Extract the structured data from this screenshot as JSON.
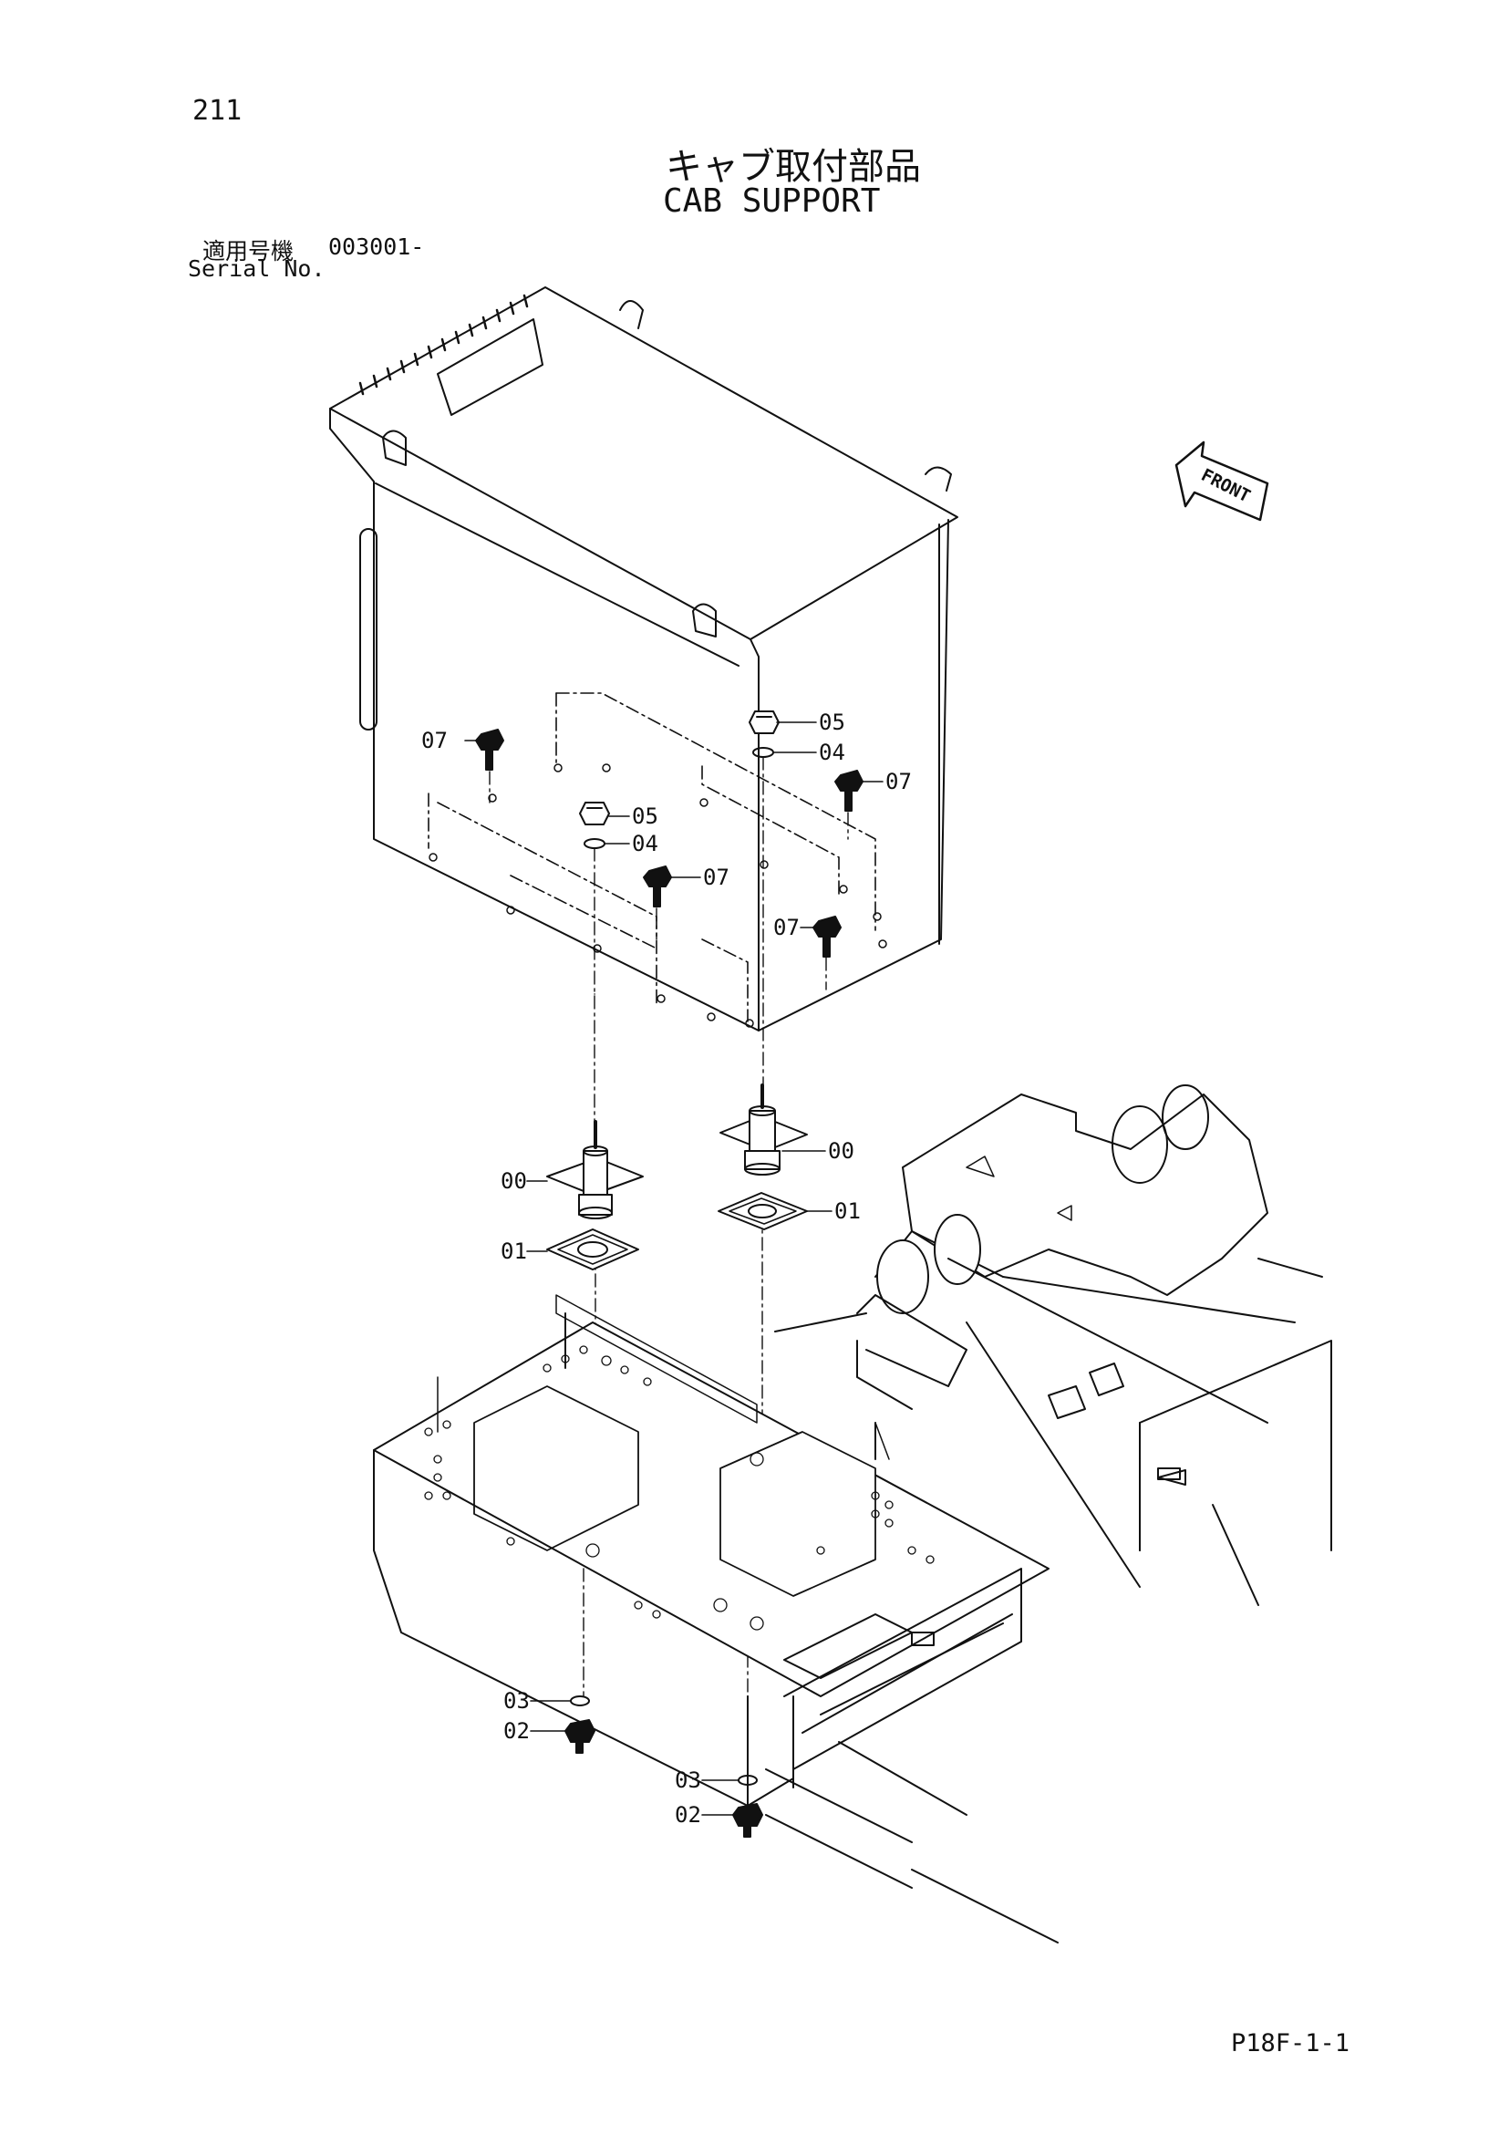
{
  "page_number": "211",
  "title_jp": "キャブ取付部品",
  "title_en": "CAB SUPPORT",
  "serial_label_jp": "適用号機",
  "serial_value": "003001-",
  "serial_label_en": "Serial No.",
  "front_label": "FRONT",
  "footer_code": "P18F-1-1",
  "callouts": {
    "c1": "05",
    "c2": "04",
    "c3": "07",
    "c4": "07",
    "c5": "05",
    "c6": "04",
    "c7": "07",
    "c8": "07",
    "c9": "00",
    "c10": "00",
    "c11": "01",
    "c12": "01",
    "c13": "03",
    "c14": "02",
    "c15": "03",
    "c16": "02"
  }
}
